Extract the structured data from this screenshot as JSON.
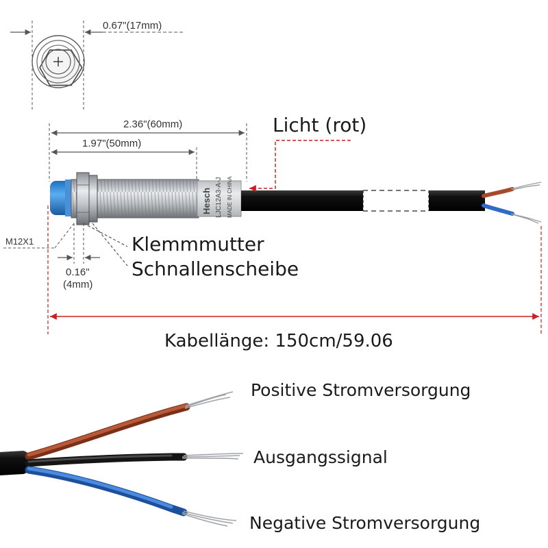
{
  "dimensions": {
    "hex_width": "0.67\"(17mm)",
    "total_length": "2.36\"(60mm)",
    "thread_length": "1.97\"(50mm)",
    "thread_spec": "M12X1",
    "nut_thickness_in": "0.16\"",
    "nut_thickness_mm": "(4mm)"
  },
  "labels": {
    "light": "Licht (rot)",
    "lock_nut": "Klemmmutter",
    "washer": "Schnallenscheibe",
    "cable_length": "Kabellänge: 150cm/59.06"
  },
  "sensor_body_text": {
    "brand": "Hesch",
    "model": "LJC12A3-A-J",
    "origin": "MADE IN CHINA"
  },
  "wires": [
    {
      "label": "Positive Stromversorgung",
      "color": "#a8492a"
    },
    {
      "label": "Ausgangssignal",
      "color": "#1e1e1e"
    },
    {
      "label": "Negative Stromversorgung",
      "color": "#2e6cc4"
    }
  ],
  "colors": {
    "dimension_line": "#555555",
    "indicator_line": "#cc1f1f",
    "sensor_cap": "#3d8fdb",
    "cable": "#111111",
    "metal": "#b9bcbf"
  }
}
